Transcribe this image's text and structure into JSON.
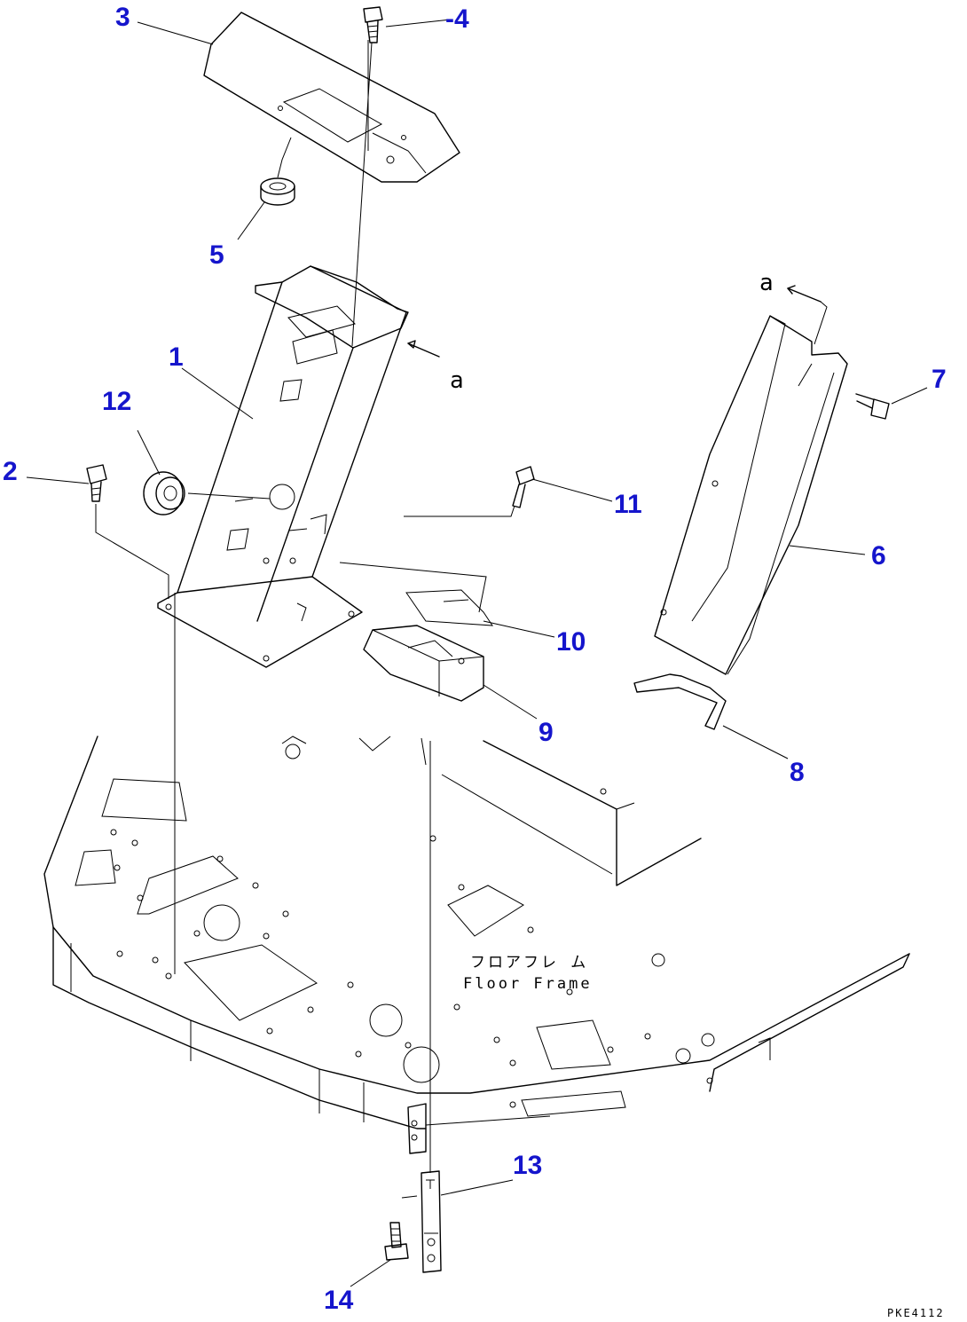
{
  "callouts": {
    "c1": "1",
    "c2": "2",
    "c3": "3",
    "c4": "-4",
    "c5": "5",
    "c6": "6",
    "c7": "7",
    "c8": "8",
    "c9": "9",
    "c10": "10",
    "c11": "11",
    "c12": "12",
    "c13": "13",
    "c14": "14"
  },
  "markers": {
    "a_upper": "a",
    "a_lower": "a"
  },
  "frame_label": {
    "jp": "フロアフレ ム",
    "en": "Floor Frame"
  },
  "drawing_code": "PKE4112",
  "colors": {
    "callout": "#1515cc",
    "line": "#000000",
    "background": "#ffffff"
  }
}
